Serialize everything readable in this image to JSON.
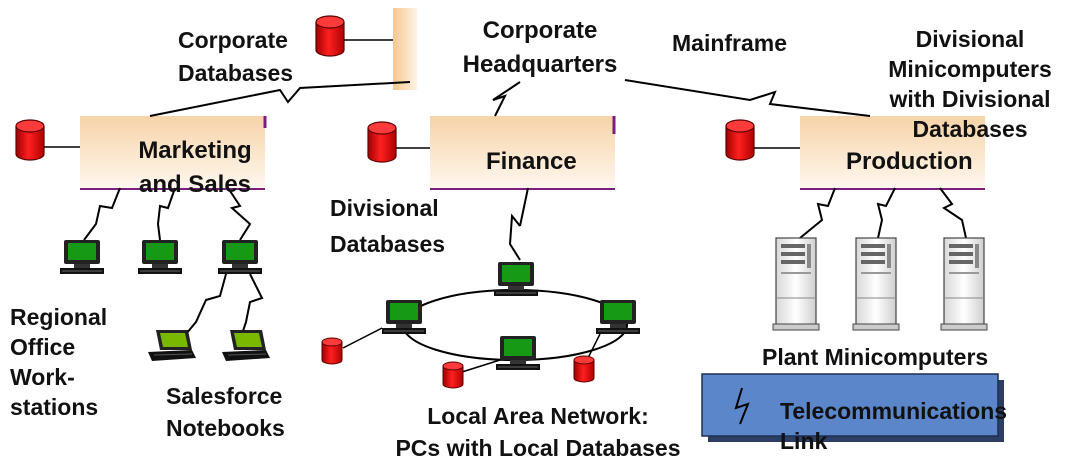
{
  "labels": {
    "corporate_databases": [
      "Corporate",
      "Databases"
    ],
    "corporate_headquarters": [
      "Corporate",
      "Headquarters"
    ],
    "mainframe": "Mainframe",
    "divisional_minicomputers": [
      "Divisional",
      "Minicomputers",
      "with Divisional",
      "Databases"
    ],
    "marketing_and_sales": [
      "Marketing",
      "and Sales"
    ],
    "finance": "Finance",
    "production": "Production",
    "divisional_databases": [
      "Divisional",
      "Databases"
    ],
    "regional_office_workstations": [
      "Regional",
      "Office",
      "Work-",
      "stations"
    ],
    "salesforce_notebooks": [
      "Salesforce",
      "Notebooks"
    ],
    "local_area_network": [
      "Local Area Network:",
      "PCs with Local Databases"
    ],
    "plant_minicomputers": "Plant Minicomputers",
    "telecommunications_link": [
      "Telecommunications",
      "Link"
    ]
  },
  "colors": {
    "database_red": "#e01010",
    "database_outline": "#5a0000",
    "mainframe_peach": "#f7d3a8",
    "divider_purple": "#7a1f80",
    "screen_green": "#169a16",
    "legend_box_blue": "#5b86c9",
    "line_black": "#000000"
  },
  "icons": {
    "database": "database-cylinder-icon",
    "workstation": "desktop-computer-icon",
    "notebook": "laptop-icon",
    "server": "tower-server-icon",
    "link": "telecom-zigzag-icon"
  }
}
